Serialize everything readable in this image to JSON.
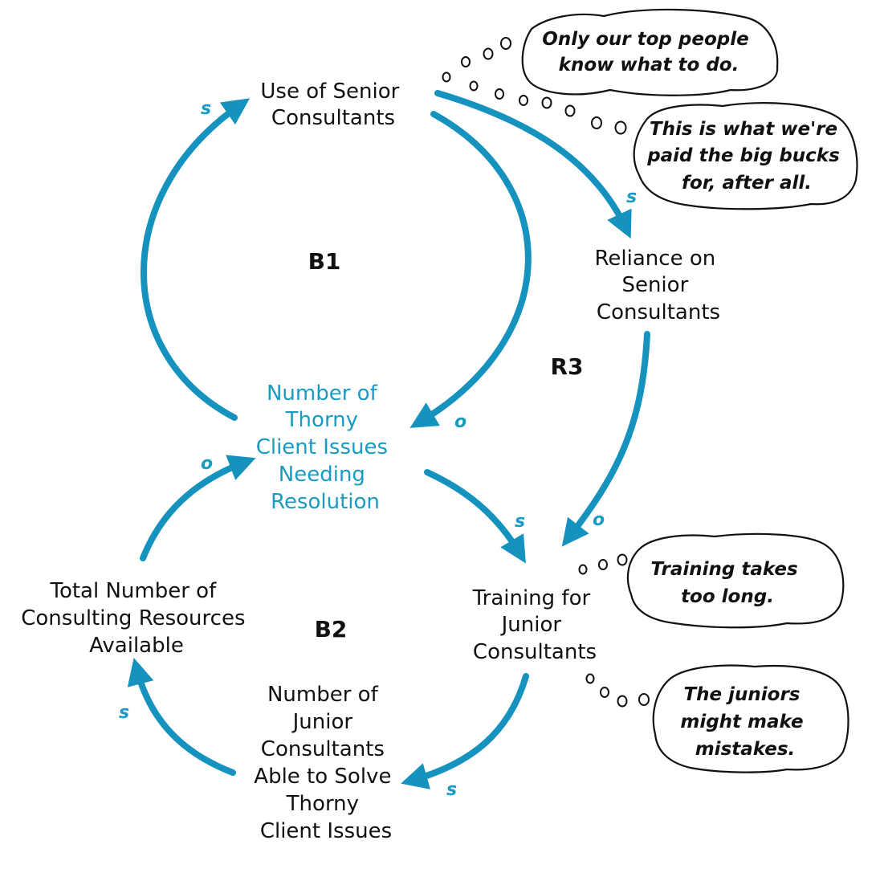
{
  "colors": {
    "accent": "#1a9bc3",
    "arrow": "#1592bd",
    "text": "#111111"
  },
  "nodes": {
    "use_senior": [
      "Use of Senior",
      "Consultants"
    ],
    "reliance": [
      "Reliance on",
      "Senior",
      "Consultants"
    ],
    "thorny": [
      "Number of",
      "Thorny",
      "Client Issues",
      "Needing",
      "Resolution"
    ],
    "total": [
      "Total Number of",
      "Consulting Resources",
      "Available"
    ],
    "training": [
      "Training for",
      "Junior",
      "Consultants"
    ],
    "juniors": [
      "Number of",
      "Junior",
      "Consultants",
      "Able to Solve",
      "Thorny",
      "Client Issues"
    ]
  },
  "loops": {
    "b1": "B1",
    "r3": "R3",
    "b2": "B2"
  },
  "polarities": {
    "total_to_use": "s",
    "use_to_thorny": "o",
    "use_to_reliance": "s",
    "reliance_to_training": "o",
    "thorny_to_training": "s",
    "total_to_thorny": "o",
    "training_to_juniors": "s",
    "juniors_to_total": "s"
  },
  "thoughts": {
    "top_people": [
      "Only our top people",
      "know what to do."
    ],
    "big_bucks": [
      "This is what we're",
      "paid the big bucks",
      "for, after all."
    ],
    "training_long": [
      "Training takes",
      "too long."
    ],
    "mistakes": [
      "The juniors",
      "might make",
      "mistakes."
    ]
  }
}
